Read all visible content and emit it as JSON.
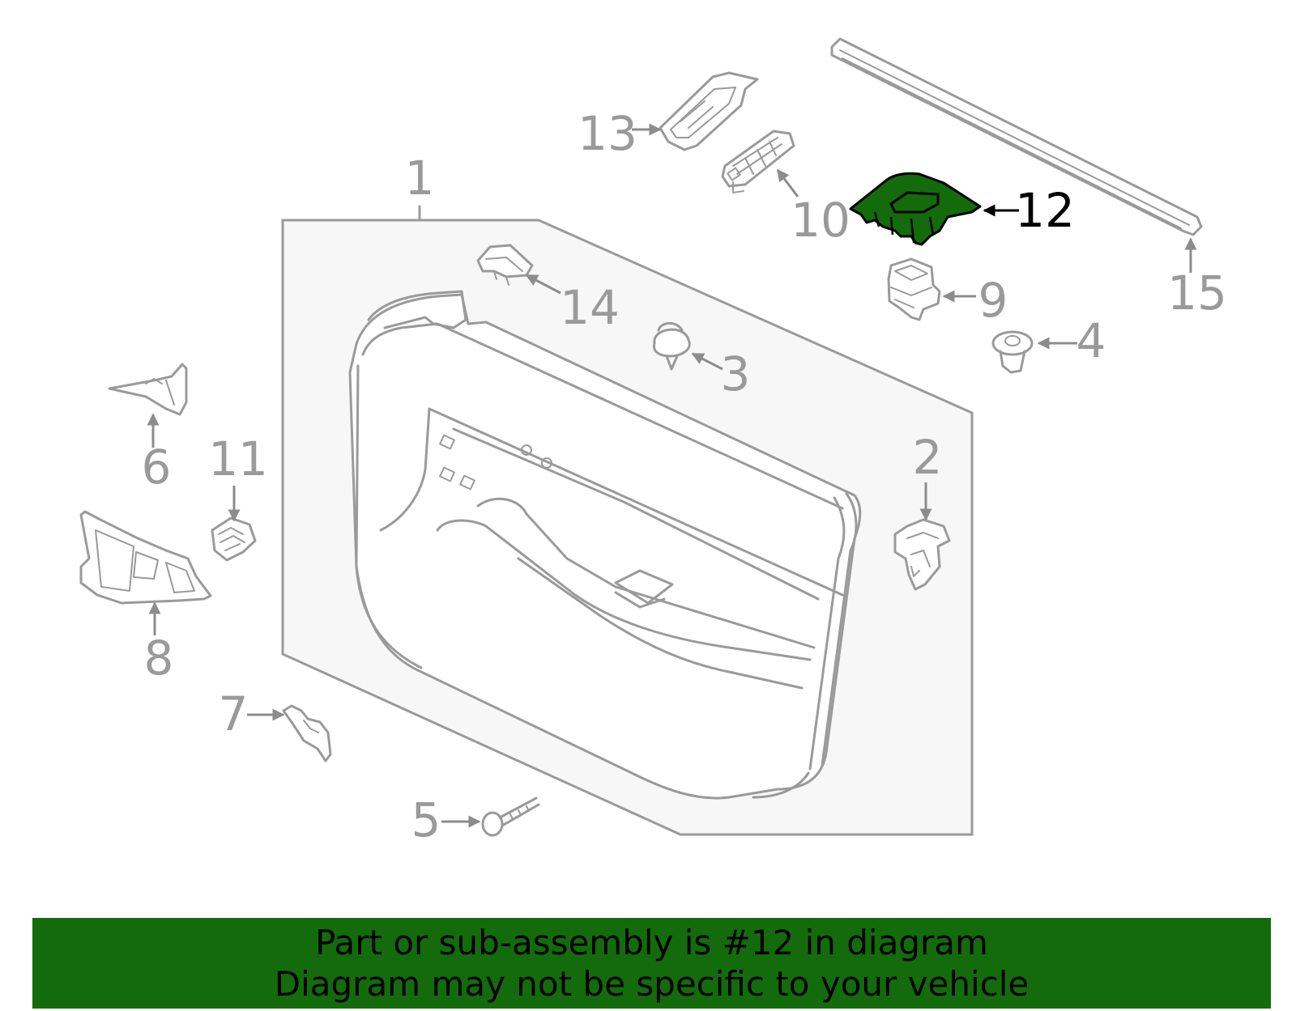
{
  "callouts": {
    "c1": "1",
    "c2": "2",
    "c3": "3",
    "c4": "4",
    "c5": "5",
    "c6": "6",
    "c7": "7",
    "c8": "8",
    "c9": "9",
    "c10": "10",
    "c11": "11",
    "c12": "12",
    "c13": "13",
    "c14": "14",
    "c15": "15"
  },
  "highlighted_part": "12",
  "colors": {
    "highlight": "#136b0b",
    "lines": "#9a9a9a",
    "panel_fill": "#f7f7f7"
  },
  "footer": {
    "line1": "Part or sub-assembly is #12 in diagram",
    "line2": "Diagram may not be specific to your vehicle"
  }
}
